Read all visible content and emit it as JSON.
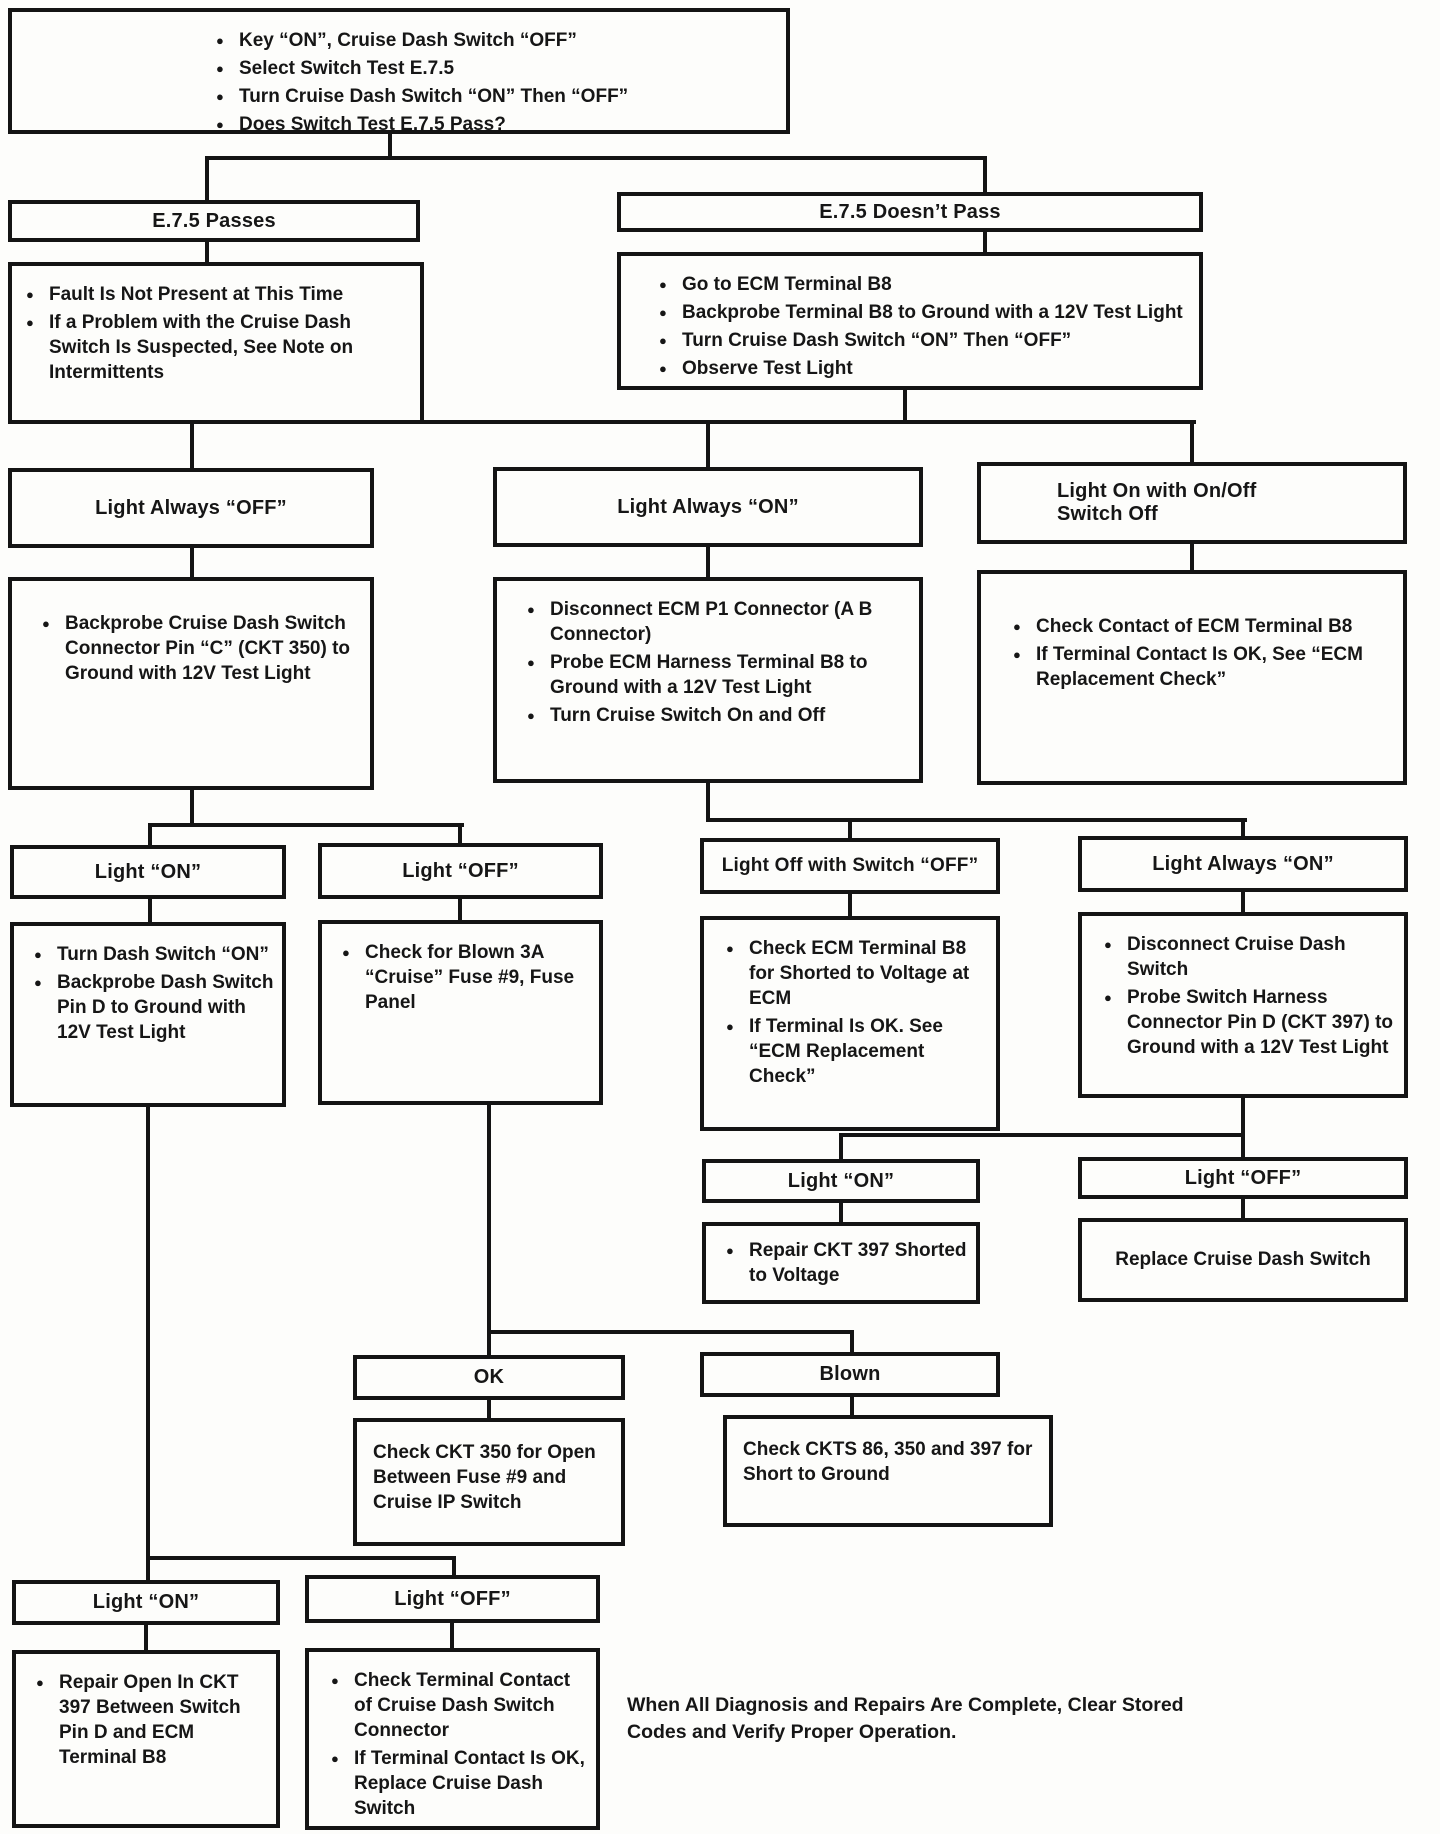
{
  "colors": {
    "ink": "#141414",
    "paper": "#fdfdfb"
  },
  "nodes": {
    "start": {
      "bullets": [
        "Key “ON”, Cruise Dash Switch “OFF”",
        "Select Switch Test E.7.5",
        "Turn Cruise Dash Switch “ON” Then “OFF”",
        "Does Switch Test E.7.5 Pass?"
      ]
    },
    "e75_passes": {
      "title": "E.7.5 Passes",
      "bullets": [
        "Fault Is Not Present at This Time",
        "If a Problem with the Cruise Dash Switch Is Suspected, See Note on Intermittents"
      ]
    },
    "e75_fails": {
      "title": "E.7.5 Doesn’t Pass",
      "bullets": [
        "Go to ECM Terminal B8",
        "Backprobe Terminal B8 to Ground with a 12V Test Light",
        "Turn Cruise Dash Switch “ON” Then “OFF”",
        "Observe Test Light"
      ]
    },
    "light_always_off": {
      "title": "Light Always “OFF”",
      "bullets": [
        "Backprobe Cruise Dash Switch Connector Pin “C” (CKT 350) to Ground with 12V Test Light"
      ]
    },
    "light_always_on": {
      "title": "Light Always “ON”",
      "bullets": [
        "Disconnect ECM P1 Connector (A B Connector)",
        "Probe ECM Harness Terminal B8 to Ground with a 12V Test Light",
        "Turn Cruise Switch On and Off"
      ]
    },
    "light_on_with_switch_off": {
      "title": "Light On with On/Off Switch Off",
      "bullets": [
        "Check Contact of ECM Terminal B8",
        "If Terminal Contact Is OK, See “ECM Replacement Check”"
      ]
    },
    "l4_light_on": {
      "title": "Light “ON”",
      "bullets": [
        "Turn Dash Switch “ON”",
        "Backprobe Dash Switch Pin D to Ground with 12V Test Light"
      ]
    },
    "l4_light_off": {
      "title": "Light “OFF”",
      "bullets": [
        "Check for Blown 3A “Cruise” Fuse #9, Fuse Panel"
      ]
    },
    "light_off_with_switch_off": {
      "title": "Light Off with Switch “OFF”",
      "bullets": [
        "Check ECM Terminal B8 for Shorted to Voltage at ECM",
        "If Terminal Is OK. See “ECM Replacement Check”"
      ]
    },
    "l4_light_always_on": {
      "title": "Light Always “ON”",
      "bullets": [
        "Disconnect Cruise Dash Switch",
        "Probe Switch Harness Connector Pin D (CKT 397) to Ground with a 12V Test Light"
      ]
    },
    "l5_light_on": {
      "title": "Light “ON”",
      "bullets": [
        "Repair CKT 397 Shorted to Voltage"
      ]
    },
    "l5_light_off": {
      "title": "Light “OFF”",
      "text": "Replace Cruise Dash Switch"
    },
    "fuse_ok": {
      "title": "OK",
      "text": "Check CKT 350 for Open Between Fuse #9 and Cruise IP Switch"
    },
    "fuse_blown": {
      "title": "Blown",
      "text": "Check CKTS 86, 350 and 397 for Short to Ground"
    },
    "l6_light_on": {
      "title": "Light “ON”",
      "bullets": [
        "Repair Open In CKT 397 Between Switch Pin D and ECM Terminal B8"
      ]
    },
    "l6_light_off": {
      "title": "Light “OFF”",
      "bullets": [
        "Check Terminal Contact of Cruise Dash Switch Connector",
        "If Terminal Contact Is OK, Replace Cruise Dash Switch"
      ]
    }
  },
  "note": "When All Diagnosis and Repairs Are Complete, Clear Stored Codes and Verify Proper Operation."
}
